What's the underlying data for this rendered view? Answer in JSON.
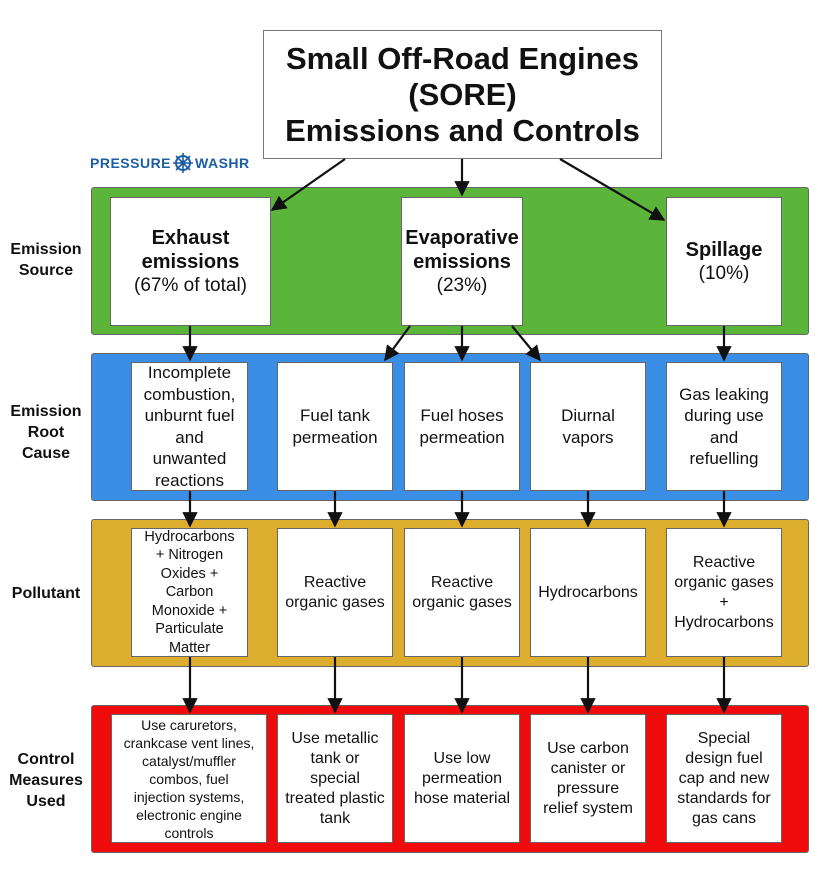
{
  "title": {
    "line1": "Small Off-Road Engines",
    "line2": "(SORE)",
    "line3": "Emissions and Controls"
  },
  "logo": {
    "left_text": "PRESSURE",
    "right_text": "WASHR",
    "color": "#1b5ea5"
  },
  "colors": {
    "source_band": "#5bb53a",
    "cause_band": "#3a8ee5",
    "pollutant_band": "#ddad2e",
    "control_band": "#f00c0c"
  },
  "rows": {
    "source": {
      "line1": "Emission",
      "line2": "Source"
    },
    "cause": {
      "line1": "Emission",
      "line2": "Root",
      "line3": "Cause"
    },
    "pollutant": {
      "line1": "Pollutant"
    },
    "control": {
      "line1": "Control",
      "line2": "Measures",
      "line3": "Used"
    }
  },
  "sources": [
    {
      "name_line1": "Exhaust",
      "name_line2": "emissions",
      "share": "(67% of total)"
    },
    {
      "name_line1": "Evaporative",
      "name_line2": "emissions",
      "share": "(23%)"
    },
    {
      "name_line1": "Spillage",
      "share": "(10%)"
    }
  ],
  "causes": [
    {
      "l1": "Incomplete",
      "l2": "combustion,",
      "l3": "unburnt fuel",
      "l4": "and",
      "l5": "unwanted",
      "l6": "reactions"
    },
    {
      "l1": "Fuel tank",
      "l2": "permeation"
    },
    {
      "l1": "Fuel hoses",
      "l2": "permeation"
    },
    {
      "l1": "Diurnal",
      "l2": "vapors"
    },
    {
      "l1": "Gas leaking",
      "l2": "during use",
      "l3": "and",
      "l4": "refuelling"
    }
  ],
  "pollutants": [
    {
      "l1": "Hydrocarbons",
      "l2": "+ Nitrogen",
      "l3": "Oxides +",
      "l4": "Carbon",
      "l5": "Monoxide +",
      "l6": "Particulate",
      "l7": "Matter"
    },
    {
      "l1": "Reactive",
      "l2": "organic gases"
    },
    {
      "l1": "Reactive",
      "l2": "organic gases"
    },
    {
      "l1": "Hydrocarbons"
    },
    {
      "l1": "Reactive",
      "l2": "organic gases",
      "l3": "+",
      "l4": "Hydrocarbons"
    }
  ],
  "controls": [
    {
      "l1": "Use caruretors,",
      "l2": "crankcase vent lines,",
      "l3": "catalyst/muffler",
      "l4": "combos, fuel",
      "l5": "injection systems,",
      "l6": "electronic engine",
      "l7": "controls"
    },
    {
      "l1": "Use metallic",
      "l2": "tank or",
      "l3": "special",
      "l4": "treated plastic",
      "l5": "tank"
    },
    {
      "l1": "Use low",
      "l2": "permeation",
      "l3": "hose material"
    },
    {
      "l1": "Use carbon",
      "l2": "canister or",
      "l3": "pressure",
      "l4": "relief system"
    },
    {
      "l1": "Special",
      "l2": "design fuel",
      "l3": "cap and new",
      "l4": "standards for",
      "l5": "gas cans"
    }
  ]
}
